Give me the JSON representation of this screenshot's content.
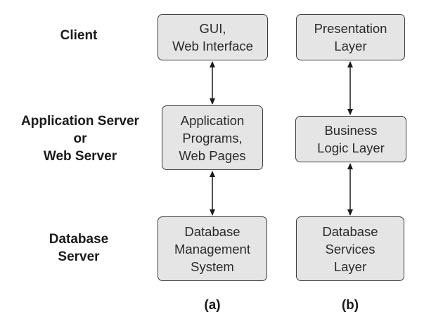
{
  "tiers": {
    "client": [
      "Client"
    ],
    "app_server": [
      "Application Server",
      "or",
      "Web Server"
    ],
    "db_server": [
      "Database",
      "Server"
    ]
  },
  "column_a": {
    "caption": "(a)",
    "boxes": [
      [
        "GUI,",
        "Web Interface"
      ],
      [
        "Application",
        "Programs,",
        "Web Pages"
      ],
      [
        "Database",
        "Management",
        "System"
      ]
    ]
  },
  "column_b": {
    "caption": "(b)",
    "boxes": [
      [
        "Presentation",
        "Layer"
      ],
      [
        "Business",
        "Logic Layer"
      ],
      [
        "Database",
        "Services",
        "Layer"
      ]
    ]
  },
  "colors": {
    "box_fill": "#e5e5e5",
    "box_border": "#3d3d3d",
    "arrow": "#1a1a1a"
  }
}
